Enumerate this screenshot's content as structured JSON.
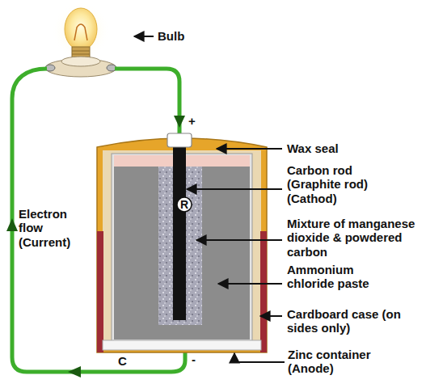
{
  "diagram": {
    "nodes": [
      {
        "text": [
          "R"
        ]
      }
    ],
    "labels": [
      "Bulb",
      "+",
      "Wax seal",
      "Carbon rod (Graphite rod) (Cathod)",
      "Mixture of manganese dioxide & powdered carbon",
      "Ammonium chloride paste",
      "Cardboard case (on sides only)",
      "Zinc container (Anode)",
      "Electron flow (Current)",
      "C",
      "-"
    ]
  }
}
